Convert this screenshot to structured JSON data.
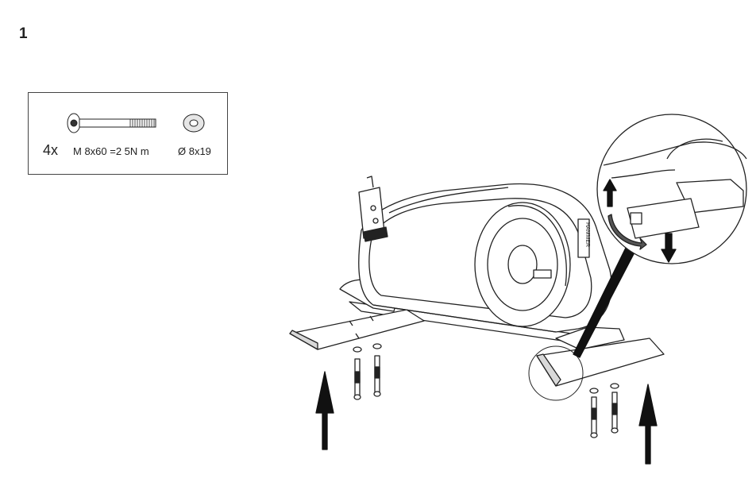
{
  "step": {
    "number": "1"
  },
  "parts": {
    "quantity": "4x",
    "bolt_spec": "M 8x60 =2 5N m",
    "washer_spec": "Ø 8x19"
  },
  "machine": {
    "brand_label": "HAMMER"
  },
  "icons": [
    "bolt-icon",
    "washer-icon",
    "up-arrow-icon",
    "down-arrow-icon",
    "rotate-arrow-icon",
    "magnifier-circle"
  ],
  "colors": {
    "line": "#222222",
    "fill": "#ffffff",
    "shade": "#d9d9d9",
    "arrow": "#1a1a1a"
  }
}
